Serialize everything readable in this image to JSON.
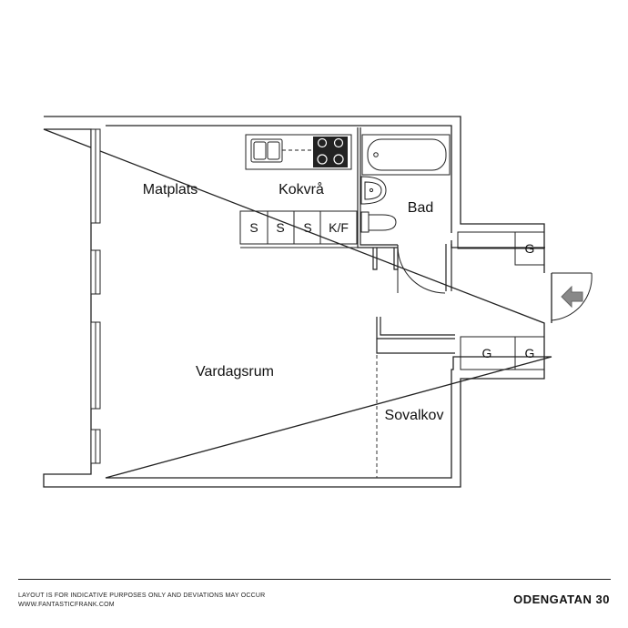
{
  "rooms": {
    "matplats": "Matplats",
    "kokvra": "Kokvrå",
    "bad": "Bad",
    "vardagsrum": "Vardagsrum",
    "sovalkov": "Sovalkov"
  },
  "kitchen_cabinets": [
    "S",
    "S",
    "S",
    "K/F"
  ],
  "wardrobes": [
    "G",
    "G",
    "G"
  ],
  "footer": {
    "disclaimer_line1": "LAYOUT IS FOR INDICATIVE PURPOSES ONLY AND DEVIATIONS MAY OCCUR",
    "disclaimer_line2": "WWW.FANTASTICFRANK.COM",
    "address": "ODENGATAN 30"
  }
}
